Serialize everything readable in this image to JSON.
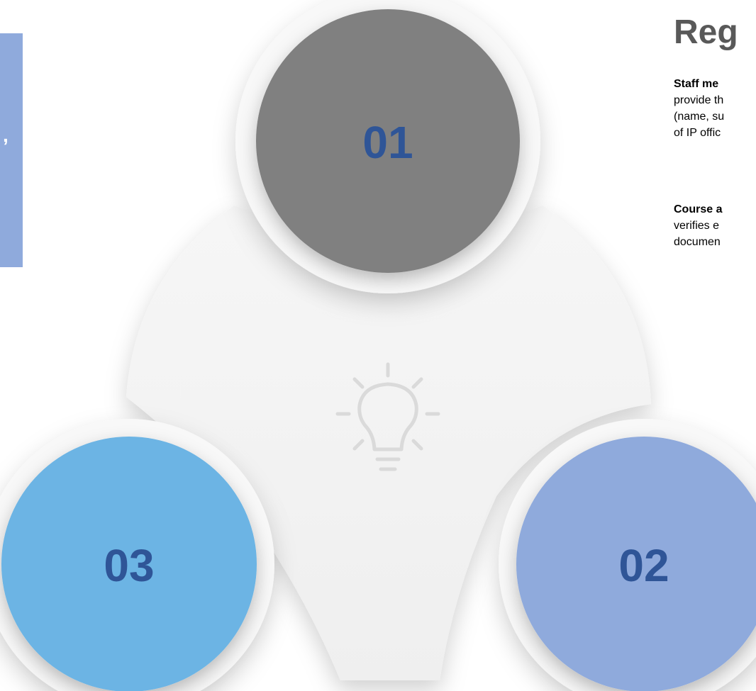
{
  "left_fragment": ",",
  "title": "Reg",
  "paragraphs": [
    {
      "lead": "Staff me",
      "lines": [
        "provide th",
        "(name, su",
        "of IP offic"
      ]
    },
    {
      "lead": "Course a",
      "lines": [
        "verifies e",
        "documen"
      ]
    }
  ],
  "steps": [
    {
      "label": "01",
      "color": "#808080"
    },
    {
      "label": "02",
      "color": "#8faadc"
    },
    {
      "label": "03",
      "color": "#6cb4e4"
    }
  ],
  "number_color": "#2f5597",
  "center_icon": "lightbulb-icon"
}
